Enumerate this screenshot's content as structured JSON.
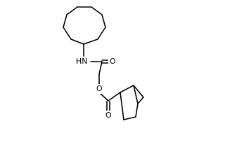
{
  "diagram": {
    "type": "chemical-structure",
    "atom_labels": {
      "amide_nh": "HN",
      "amide_carbonyl_o": "O",
      "ester_o": "O",
      "ester_carbonyl_o": "O"
    }
  },
  "colors": {
    "bond": "#000000",
    "background": "#ffffff",
    "text": "#000000"
  }
}
